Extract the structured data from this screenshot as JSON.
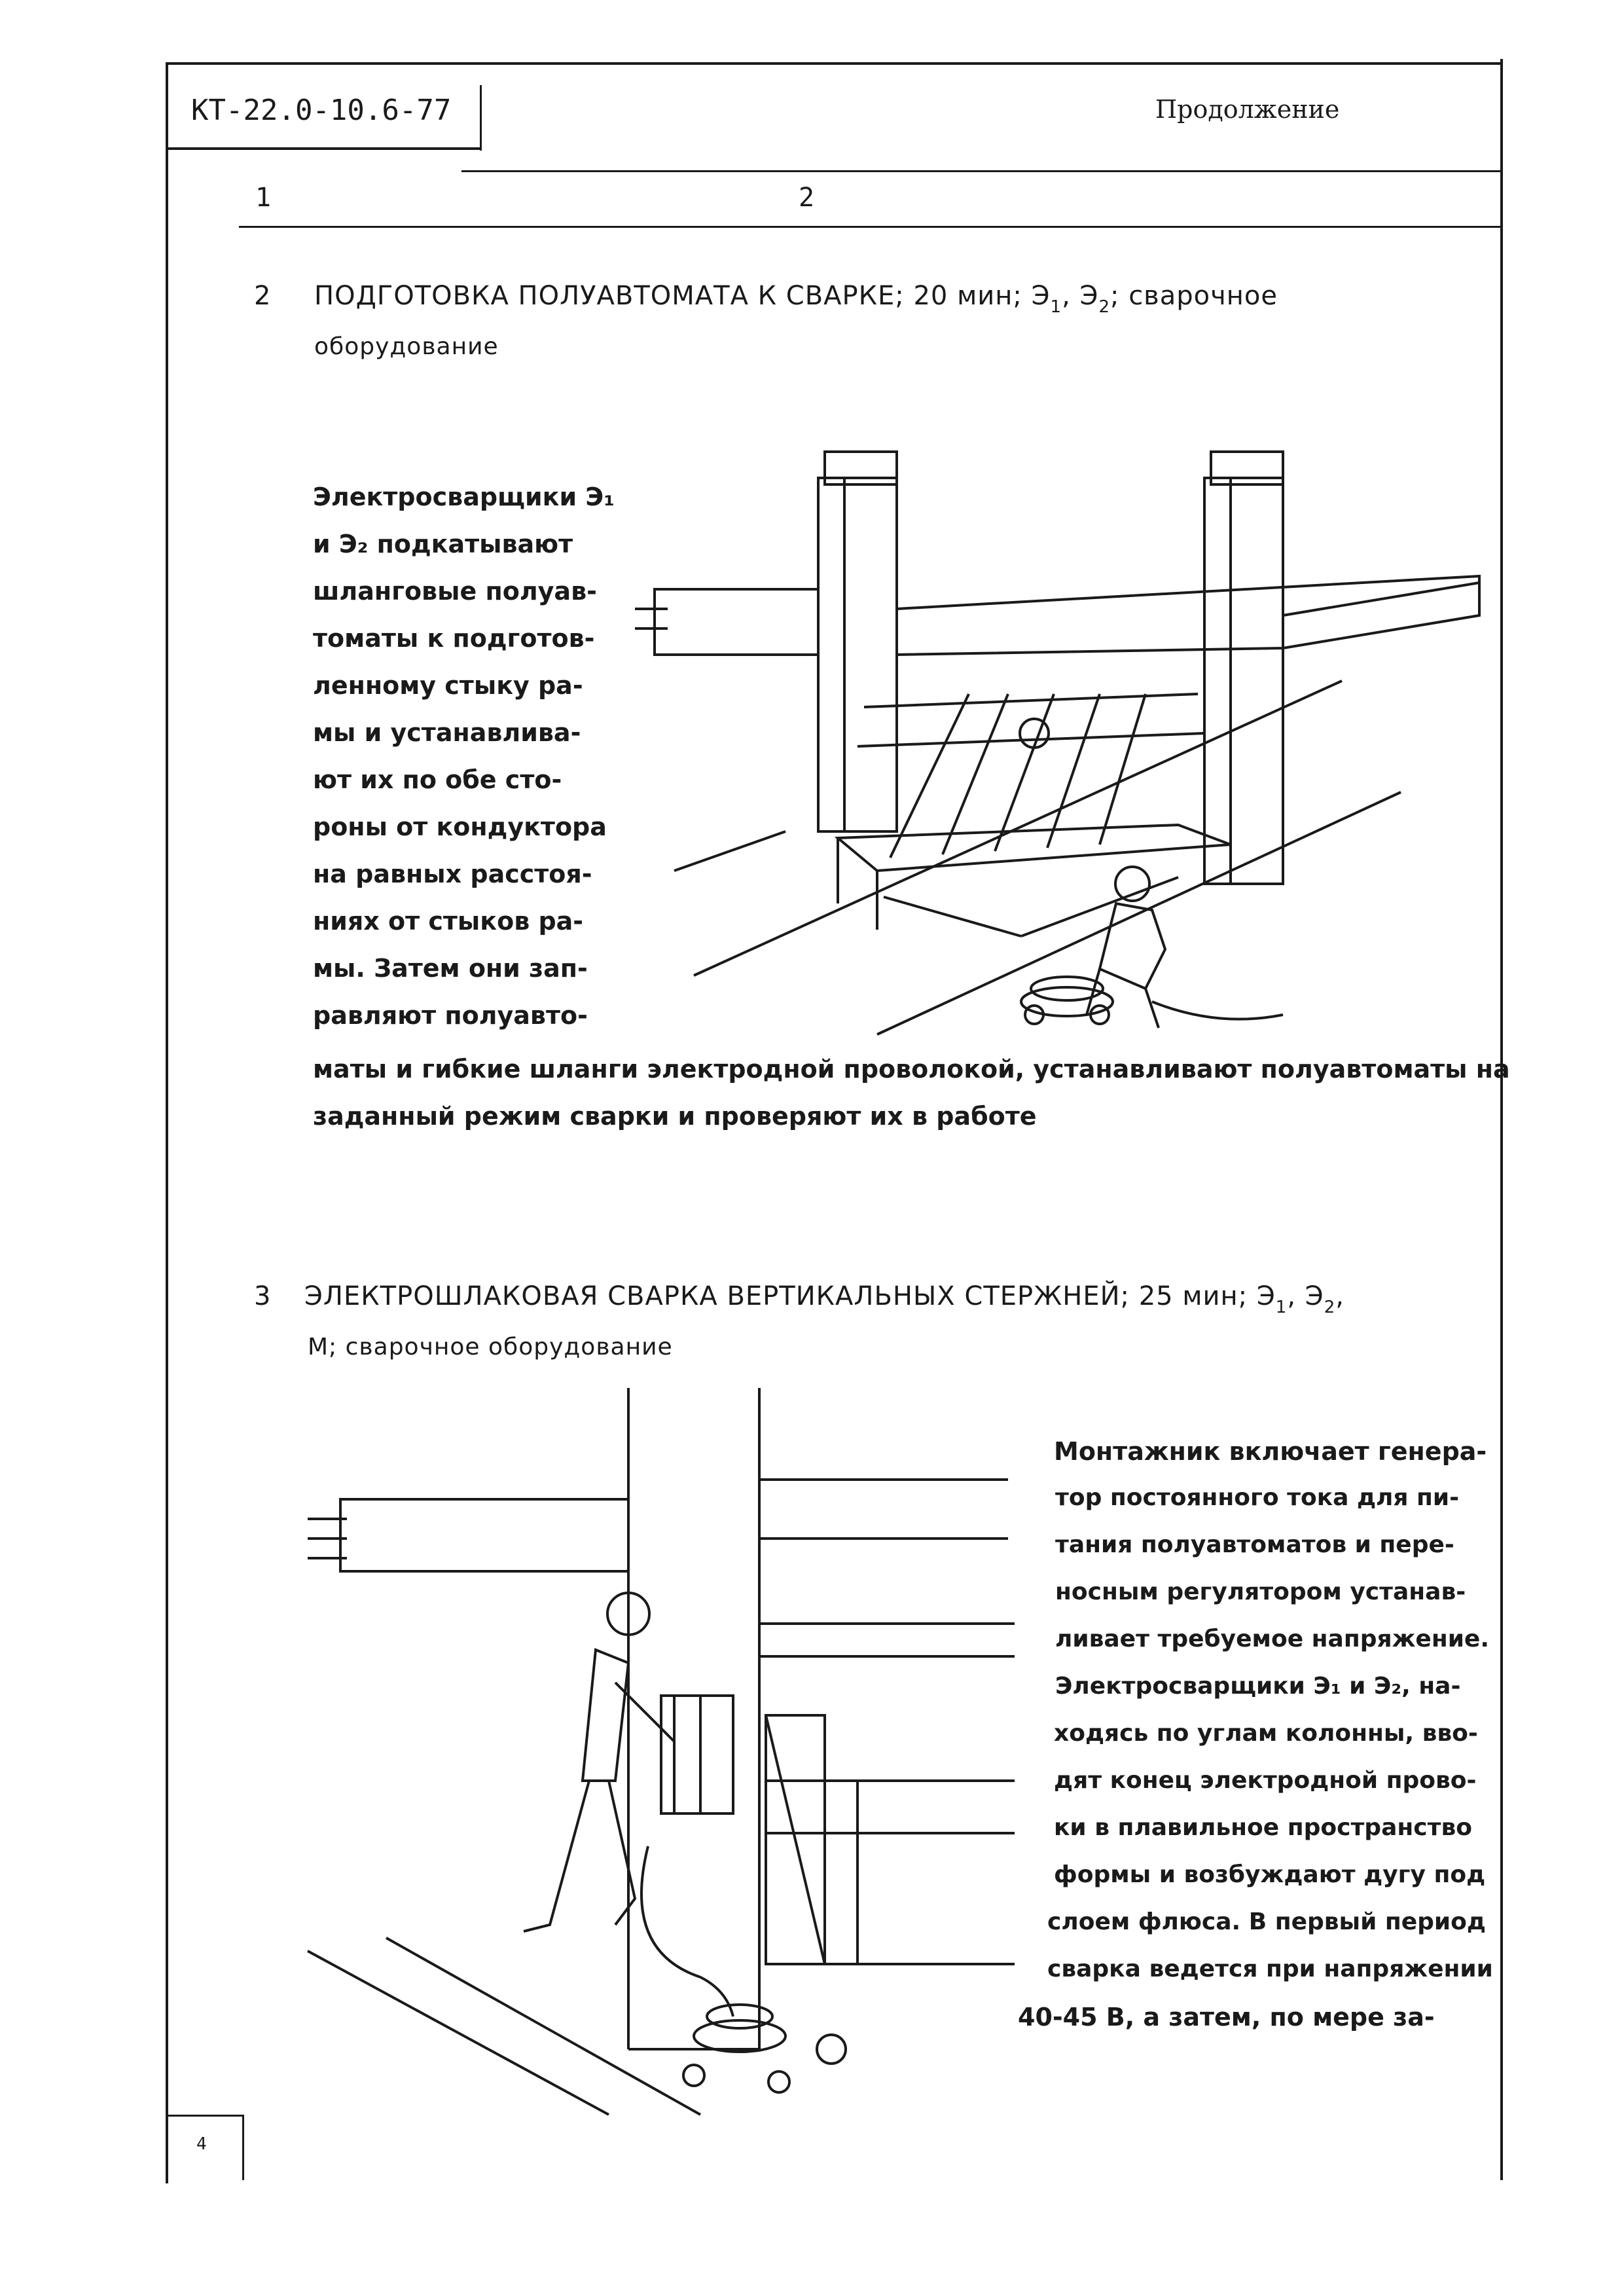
{
  "header": {
    "code": "КТ-22.0-10.6-77",
    "continuation": "Продолжение"
  },
  "columns": {
    "col1": "1",
    "col2": "2"
  },
  "step2": {
    "number": "2",
    "heading_line1": "ПОДГОТОВКА ПОЛУАВТОМАТА К СВАРКЕ; 20 мин; Э",
    "e1_sub": "1",
    "sep": ", Э",
    "e2_sub": "2",
    "heading_tail": "; сварочное",
    "heading_line2": "оборудование",
    "text_left": [
      "Электросварщики Э₁",
      "и Э₂ подкатывают",
      "шланговые полуав-",
      "томаты к подготов-",
      "ленному стыку ра-",
      "мы и устанавлива-",
      "ют их по обе сто-",
      "роны от кондуктора",
      "на равных расстоя-",
      "ниях от стыков ра-",
      "мы. Затем они зап-",
      "равляют полуавто-"
    ],
    "text_full": [
      "маты и гибкие шланги электродной проволокой, устанавливают полуавтоматы на",
      "заданный режим сварки и проверяют их в работе"
    ]
  },
  "step3": {
    "number": "3",
    "heading_line1": "ЭЛЕКТРОШЛАКОВАЯ  СВАРКА ВЕРТИКАЛЬНЫХ СТЕРЖНЕЙ; 25 мин; Э",
    "e1_sub": "1",
    "sep": ", Э",
    "e2_sub": "2",
    "heading_tail": ",",
    "heading_line2": "М;  сварочное оборудование",
    "text_right": [
      "Монтажник включает генера-",
      "тор постоянного тока для пи-",
      "тания полуавтоматов и пере-",
      "носным регулятором устанав-",
      "ливает требуемое напряжение.",
      "Электросварщики Э₁ и Э₂, на-",
      "ходясь по углам колонны, вво-",
      "дят конец электродной прово-",
      "ки в плавильное пространство",
      "формы и возбуждают дугу под",
      "слоем флюса. В первый период",
      "сварка ведется при напряжении",
      "40-45 В, а затем, по мере за-"
    ]
  },
  "footer": {
    "page_number": "4"
  }
}
